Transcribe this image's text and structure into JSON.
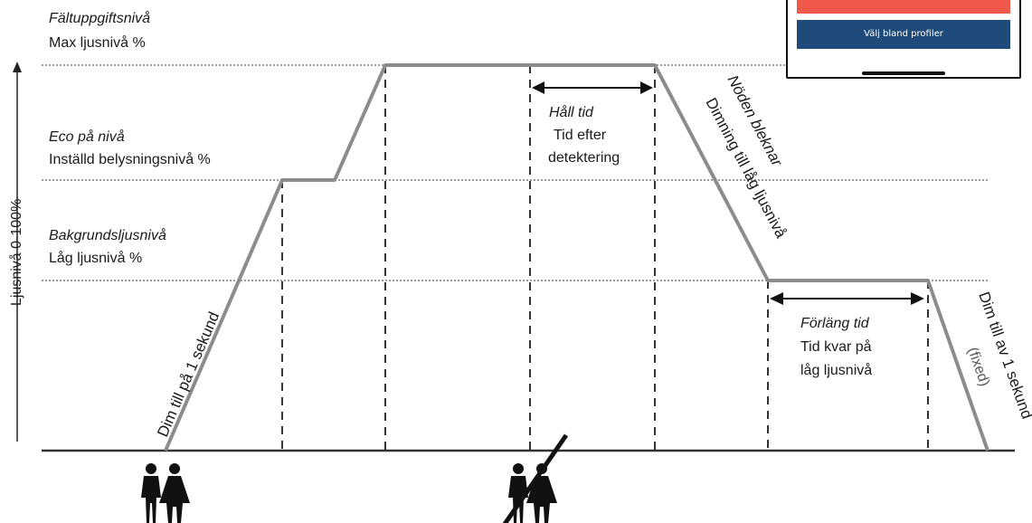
{
  "levels": {
    "task": {
      "title": "Fältuppgiftsnivå",
      "subtitle": "Max ljusnivå %"
    },
    "eco": {
      "title": "Eco på nivå",
      "subtitle": "Inställd belysningsnivå %"
    },
    "background": {
      "title": "Bakgrundsljusnivå",
      "subtitle": "Låg ljusnivå %"
    }
  },
  "y_axis_label": "Ljusnivå 0-100%",
  "hold": {
    "title": "Håll tid",
    "line1": "Tid efter",
    "line2": "detektering"
  },
  "extend": {
    "title": "Förläng tid",
    "line1": "Tid kvar på",
    "line2": "låg ljusnivå"
  },
  "ramps": {
    "up": "Dim till på 1 sekund",
    "fade_a": "Nöden bleknar",
    "fade_b": "Dimning till låg ljusnivå",
    "off": "Dim till av 1 sekund",
    "off_note": "(fixed)"
  },
  "phone": {
    "button_label": "Välj bland profiler"
  },
  "icons": {
    "presence": "people-icon",
    "absence": "people-crossed-icon"
  },
  "colors": {
    "curve": "#8c8c8c",
    "grid": "#9a9a9a",
    "red": "#f0584c",
    "blue": "#1f4b7a"
  }
}
